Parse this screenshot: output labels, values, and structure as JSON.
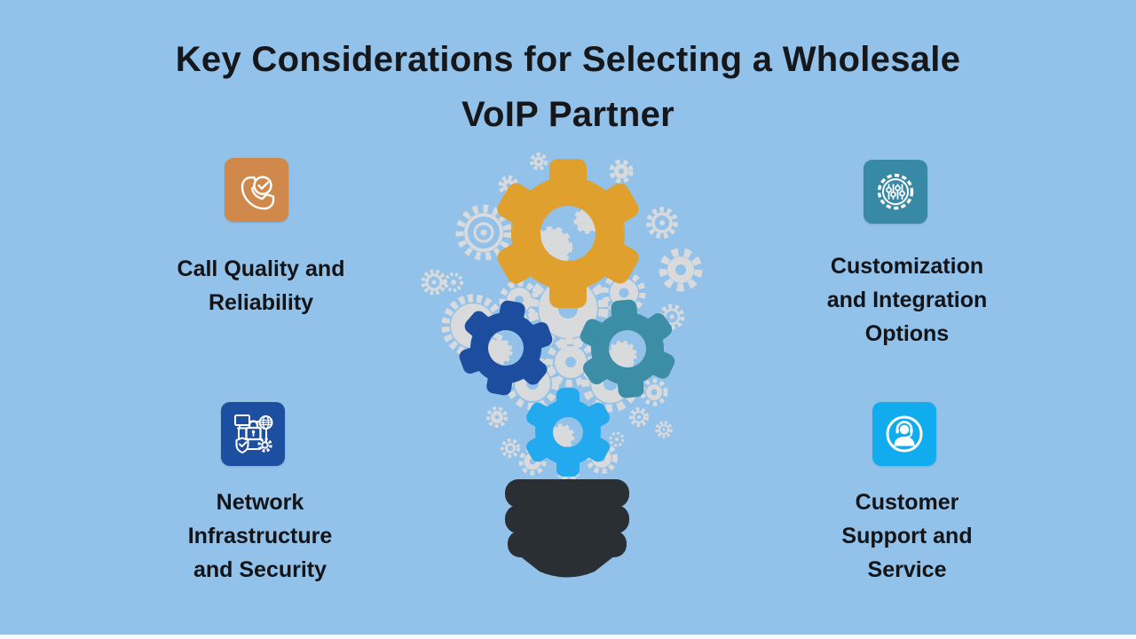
{
  "title": {
    "line1": "Key Considerations for Selecting a Wholesale",
    "line2": "VoIP Partner"
  },
  "items": [
    {
      "id": "call-quality",
      "icon": "phone-check-icon",
      "tile_color": "#D0894B",
      "lines": [
        "Call Quality and",
        "Reliability"
      ]
    },
    {
      "id": "customization",
      "icon": "gear-sliders-icon",
      "tile_color": "#3889A6",
      "lines": [
        "Customization",
        "and Integration",
        "Options"
      ]
    },
    {
      "id": "network-security",
      "icon": "network-security-icon",
      "tile_color": "#1D4FA0",
      "lines": [
        "Network",
        "Infrastructure",
        "and Security"
      ]
    },
    {
      "id": "customer-support",
      "icon": "support-agent-icon",
      "tile_color": "#10ACEE",
      "lines": [
        "Customer",
        "Support and",
        "Service"
      ]
    }
  ],
  "illustration": {
    "name": "lightbulb-made-of-gears",
    "gear_colors": {
      "orange": "#DFA02E",
      "dark_blue": "#1D4D9E",
      "teal": "#3B8EA5",
      "cyan": "#22A9EE",
      "background_gears": "#D9DADC",
      "bulb_base": "#2A2F34"
    }
  },
  "palette": {
    "page_background": "#92C1E9",
    "text": "#121417",
    "bottom_bar": "#FFFFFF"
  }
}
